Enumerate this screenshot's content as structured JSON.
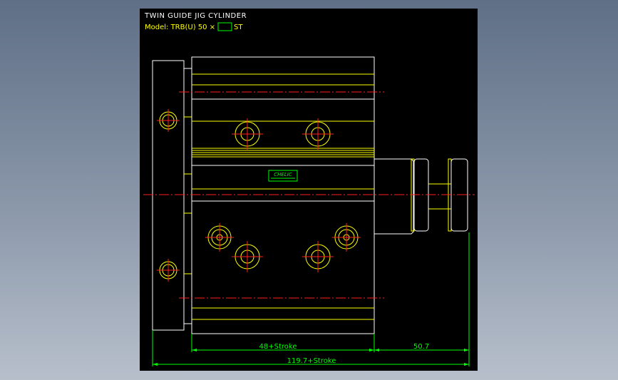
{
  "drawing": {
    "title": "TWIN GUIDE JIG CYLINDER",
    "model_prefix": "Model:  TRB(U) 50 ×",
    "model_suffix": "ST",
    "logo_text": "CHELIC",
    "dimensions": {
      "body_length": "48+Stroke",
      "rod_extension": "50.7",
      "overall_length": "119.7+Stroke"
    }
  },
  "colors": {
    "background": "#000000",
    "outline": "#ffffff",
    "detail": "#ffff00",
    "centerline": "#ff2020",
    "dimension": "#00ff00"
  }
}
